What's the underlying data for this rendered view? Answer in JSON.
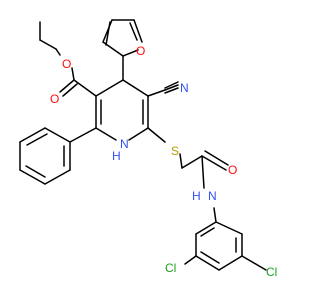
{
  "labels": {
    "o_ester_single": "O",
    "o_ester_carbonyl": "O",
    "o_furan": "O",
    "n_nitrile": "N",
    "n_ring": "H",
    "n_ring_h": "N",
    "s_thioether": "S",
    "o_amide": "O",
    "n_amide": "N",
    "n_amide_h": "H",
    "cl_ortho": "Cl",
    "cl_para": "Cl"
  },
  "colors": {
    "oxygen": "#ff0d0d",
    "nitrogen": "#3050f8",
    "sulfur": "#b2a000",
    "chlorine": "#1fa01f",
    "bond": "#000000"
  }
}
